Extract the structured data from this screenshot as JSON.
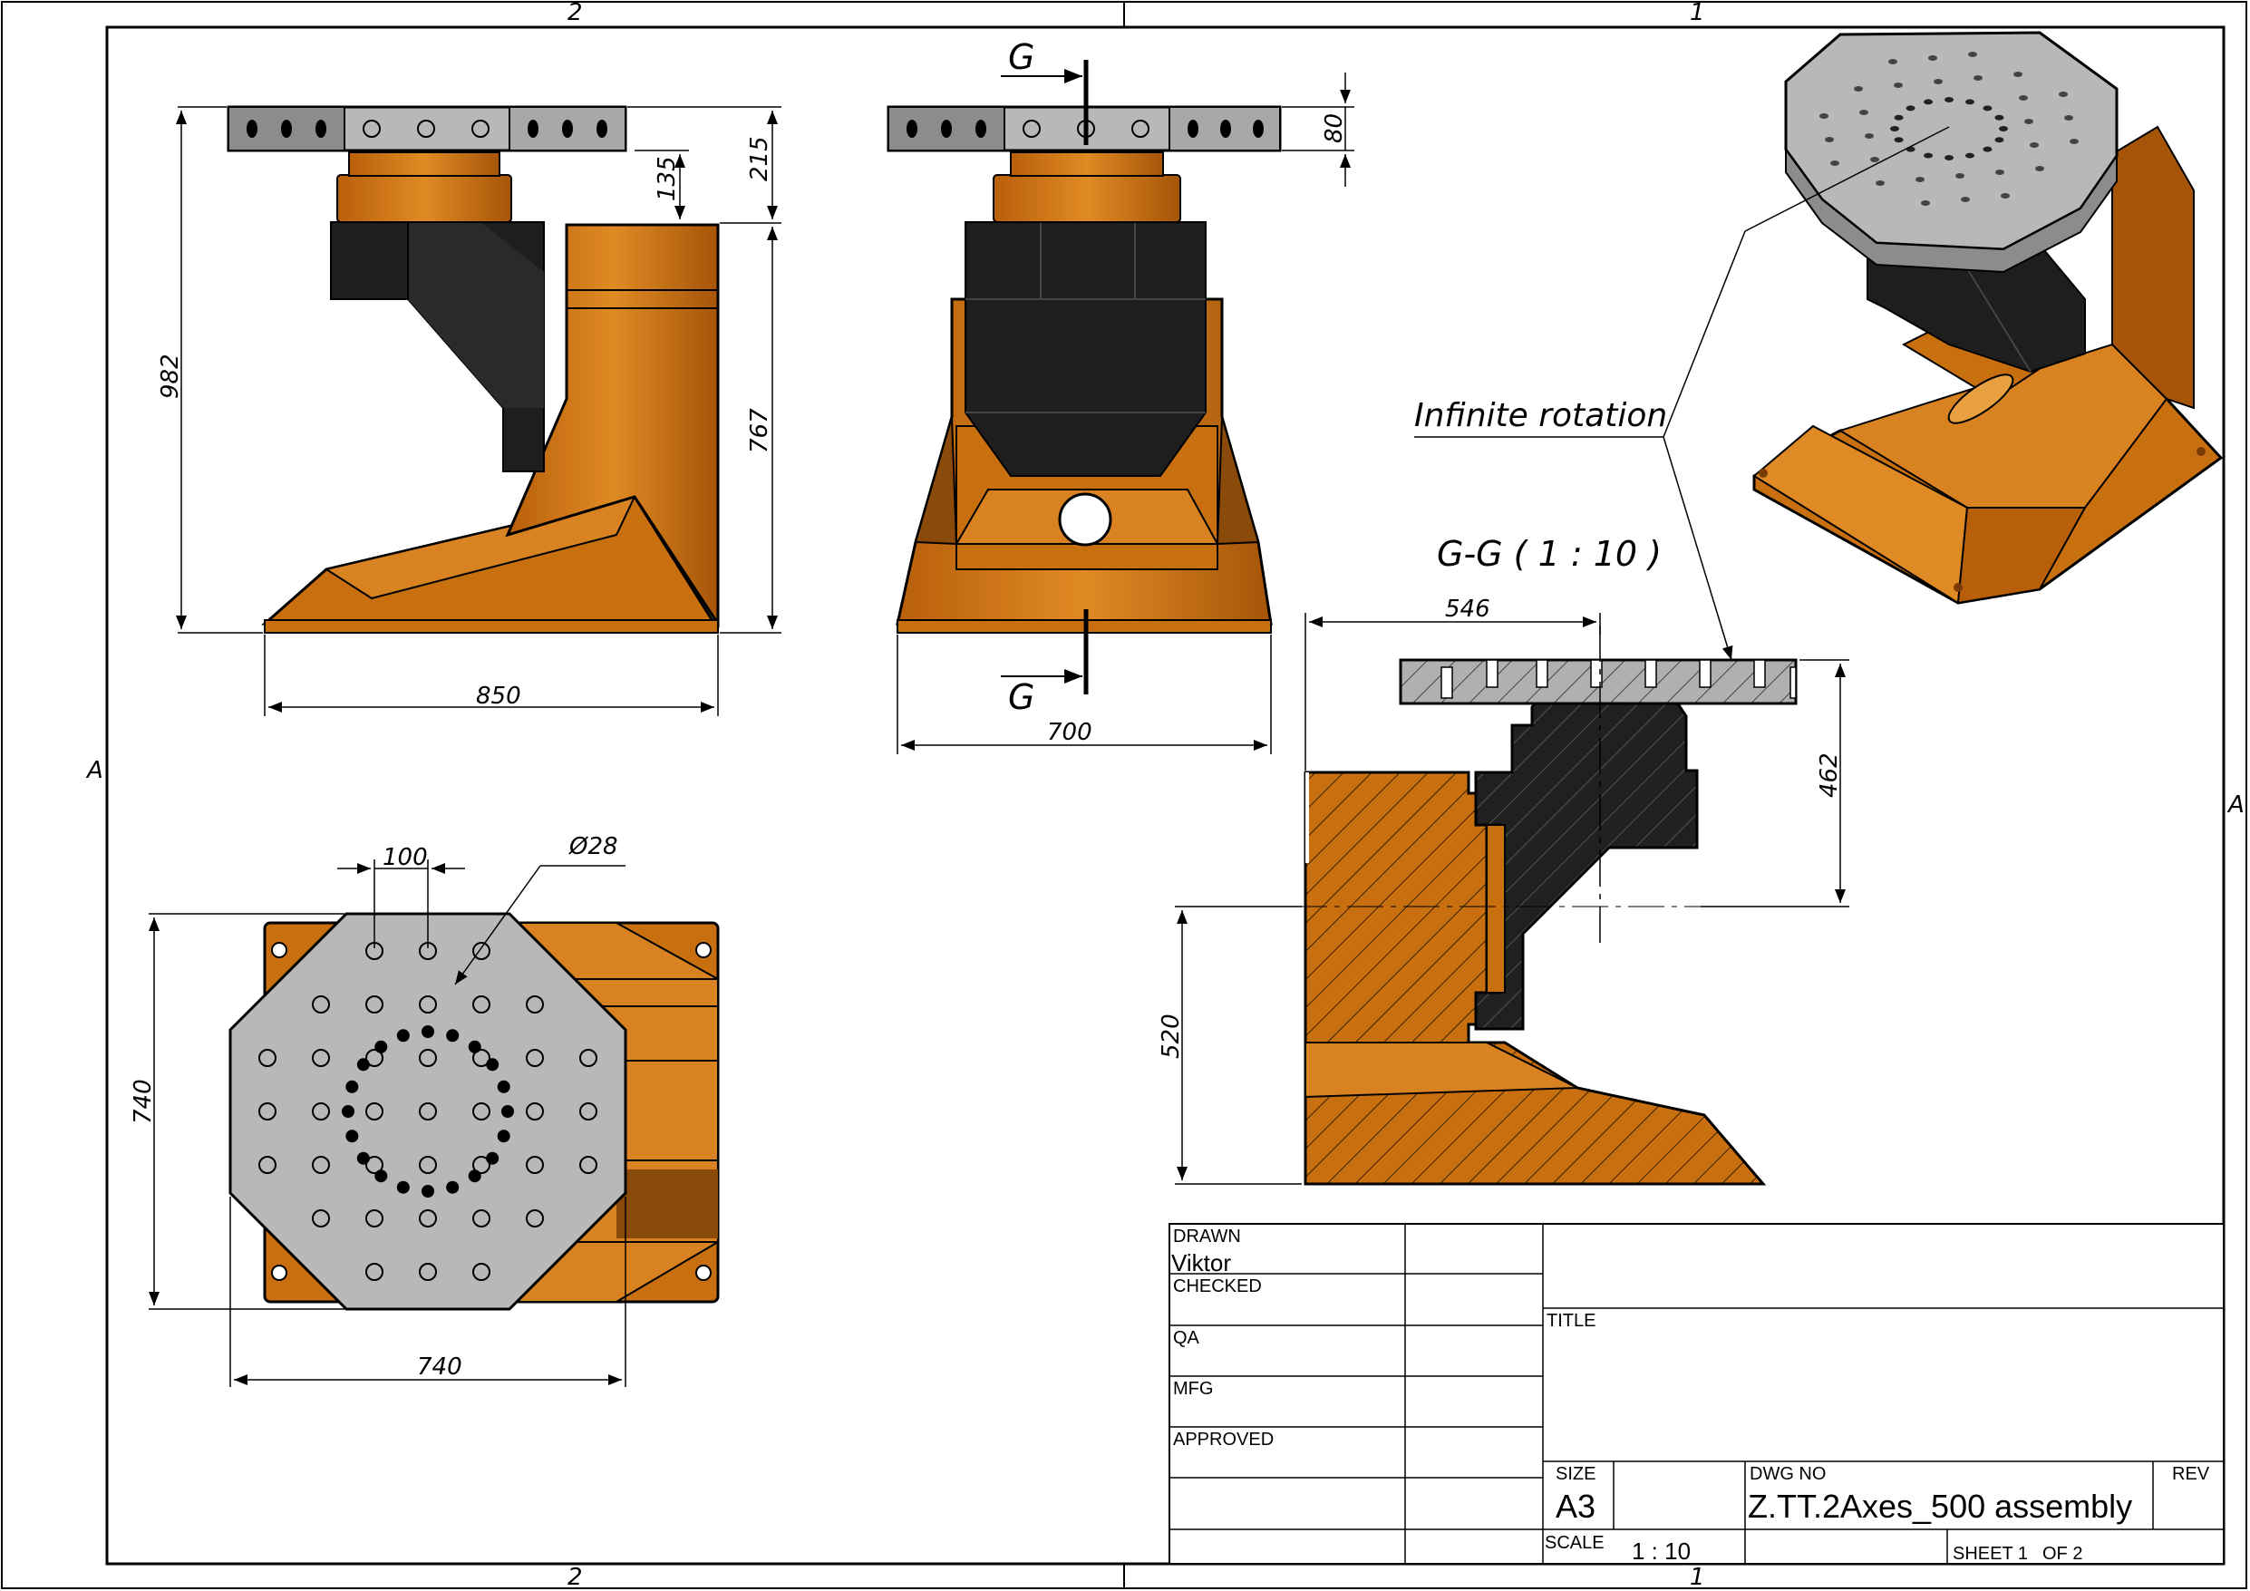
{
  "frame": {
    "zone_top_left": "2",
    "zone_top_right": "1",
    "zone_bottom_left": "2",
    "zone_bottom_right": "1",
    "zone_left": "A",
    "zone_right": "A"
  },
  "dimensions": {
    "side_height_total": "982",
    "side_width": "850",
    "side_top": "215",
    "side_flange": "135",
    "side_body": "767",
    "front_plate": "80",
    "front_width": "700",
    "top_pitch": "100",
    "top_hole": "Ø28",
    "top_height": "740",
    "top_width": "740",
    "section_width": "546",
    "section_upper": "462",
    "section_lower": "520"
  },
  "labels": {
    "section_marker": "G",
    "section_title": "G-G ( 1 : 10 )",
    "annotation": "Infinite rotation"
  },
  "title_block": {
    "drawn_label": "DRAWN",
    "drawn_value": "Viktor",
    "checked_label": "CHECKED",
    "qa_label": "QA",
    "mfg_label": "MFG",
    "approved_label": "APPROVED",
    "title_label": "TITLE",
    "size_label": "SIZE",
    "size_value": "A3",
    "dwg_label": "DWG NO",
    "dwg_value": "Z.TT.2Axes_500 assembly",
    "rev_label": "REV",
    "scale_label": "SCALE",
    "scale_value": "1 : 10",
    "sheet_label": "SHEET 1",
    "sheet_of": "OF 2"
  },
  "colors": {
    "orange": "#c8700f",
    "orange_dark": "#8a4a0a",
    "orange_light": "#e08a25",
    "plate_grey": "#b8b8b8",
    "plate_dark": "#8c8c8c",
    "black_part": "#1e1e1e"
  }
}
